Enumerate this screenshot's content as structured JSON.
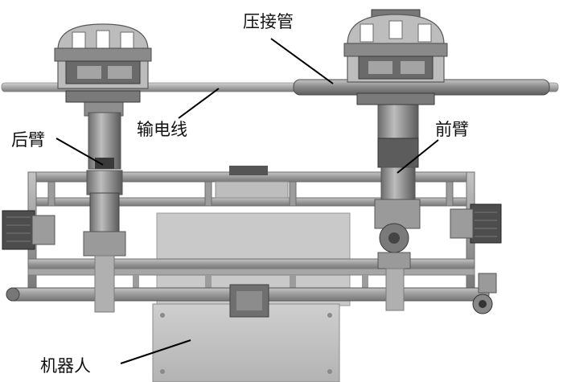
{
  "labels": {
    "crimp_tube": "压接管",
    "power_line": "输电线",
    "rear_arm": "后臂",
    "front_arm": "前臂",
    "robot": "机器人"
  }
}
